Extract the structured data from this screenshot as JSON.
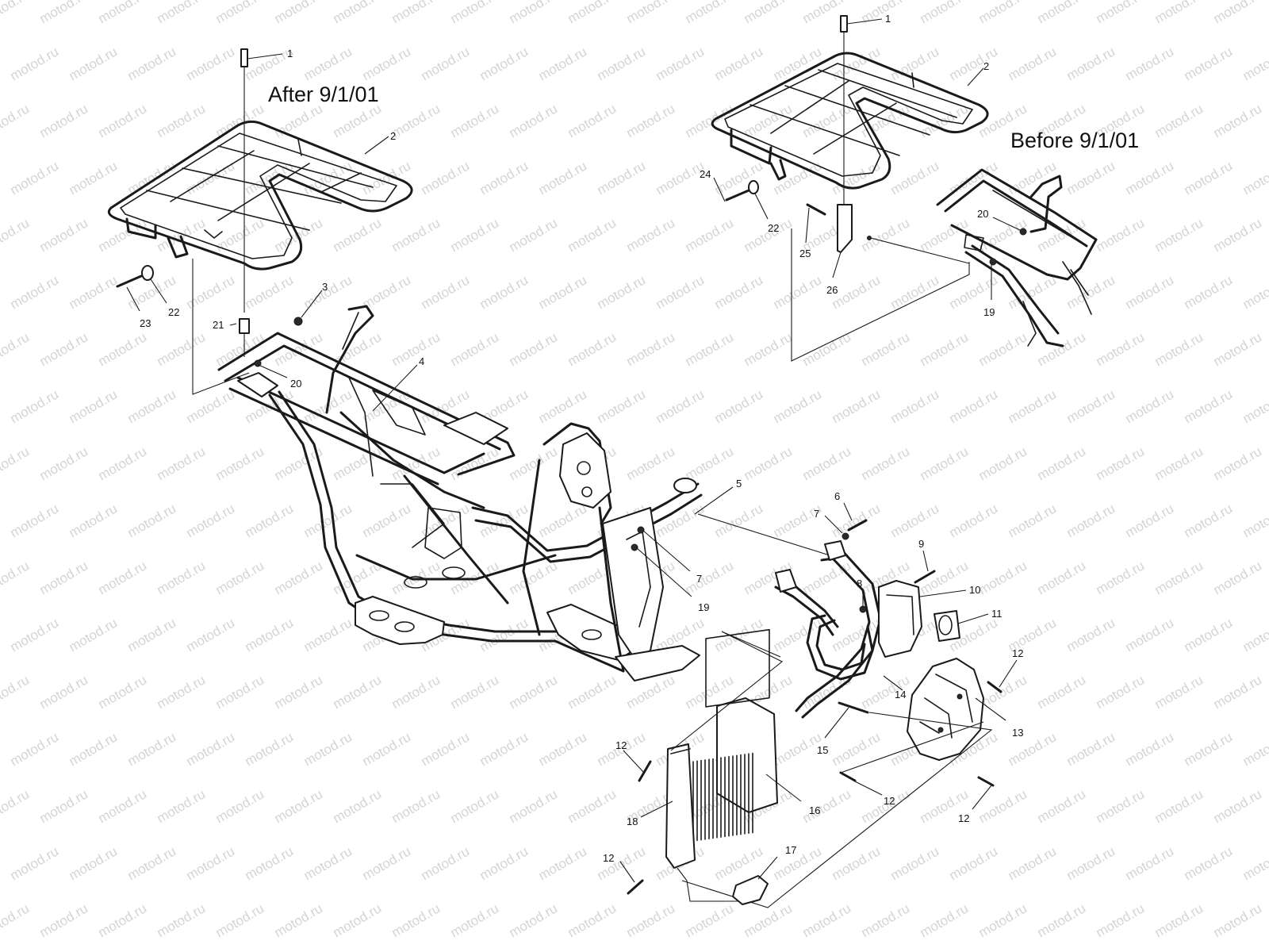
{
  "headings": {
    "after": "After 9/1/01",
    "before": "Before 9/1/01"
  },
  "watermark": "motod.ru",
  "callouts": [
    {
      "id": "c1a",
      "text": "1"
    },
    {
      "id": "c2a",
      "text": "2"
    },
    {
      "id": "c3",
      "text": "3"
    },
    {
      "id": "c4",
      "text": "4"
    },
    {
      "id": "c20a",
      "text": "20"
    },
    {
      "id": "c21",
      "text": "21"
    },
    {
      "id": "c22a",
      "text": "22"
    },
    {
      "id": "c23",
      "text": "23"
    },
    {
      "id": "c1b",
      "text": "1"
    },
    {
      "id": "c2b",
      "text": "2"
    },
    {
      "id": "c24",
      "text": "24"
    },
    {
      "id": "c22b",
      "text": "22"
    },
    {
      "id": "c25",
      "text": "25"
    },
    {
      "id": "c26",
      "text": "26"
    },
    {
      "id": "c20b",
      "text": "20"
    },
    {
      "id": "c19b",
      "text": "19"
    },
    {
      "id": "c5",
      "text": "5"
    },
    {
      "id": "c6",
      "text": "6"
    },
    {
      "id": "c7a",
      "text": "7"
    },
    {
      "id": "c7b",
      "text": "7"
    },
    {
      "id": "c19a",
      "text": "19"
    },
    {
      "id": "c8",
      "text": "8"
    },
    {
      "id": "c9",
      "text": "9"
    },
    {
      "id": "c10",
      "text": "10"
    },
    {
      "id": "c11",
      "text": "11"
    },
    {
      "id": "c12a",
      "text": "12"
    },
    {
      "id": "c13",
      "text": "13"
    },
    {
      "id": "c14",
      "text": "14"
    },
    {
      "id": "c15",
      "text": "15"
    },
    {
      "id": "c12b",
      "text": "12"
    },
    {
      "id": "c12c",
      "text": "12"
    },
    {
      "id": "c12d",
      "text": "12"
    },
    {
      "id": "c16",
      "text": "16"
    },
    {
      "id": "c18",
      "text": "18"
    },
    {
      "id": "c12e",
      "text": "12"
    },
    {
      "id": "c17",
      "text": "17"
    }
  ]
}
